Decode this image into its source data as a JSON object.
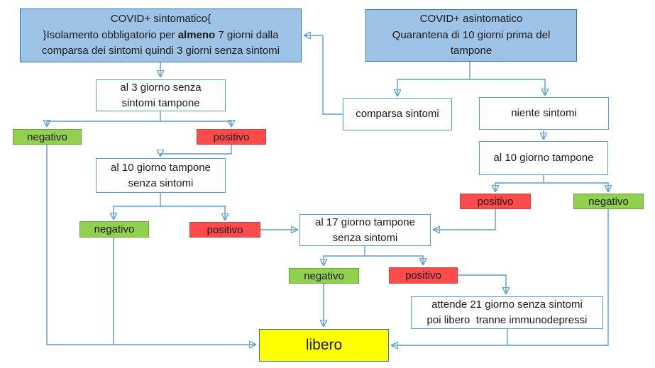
{
  "palette": {
    "node_blue_fill": "#9DC3E6",
    "node_blue_border": "#2E75B6",
    "node_white_fill": "#FFFFFF",
    "node_white_border": "#5B9BD5",
    "node_green_fill": "#92D050",
    "node_green_border": "#6AA23E",
    "node_red_fill": "#FF4B4B",
    "node_red_border": "#C74440",
    "node_yellow_fill": "#FFFF00",
    "node_yellow_border": "#2E75B6",
    "connector": "#5B9BD5",
    "text": "#1A1A1A",
    "background": "#FFFFFF"
  },
  "nodes": {
    "covid_sintomatico": {
      "line1": "COVID+ sintomatico",
      "line2_pre": "Isolamento obbligatorio per ",
      "line2_bold": "almeno",
      "line2_post": " 7 giorni dalla\ncomparsa dei sintomi quindi 3 giorni senza sintomi"
    },
    "covid_asintomatico": {
      "text": "COVID+ asintomatico\nQuarantena di 10 giorni prima del\ntampone"
    },
    "al3_tampone": {
      "text": "al 3 giorno senza\nsintomi tampone"
    },
    "negativo_day3": {
      "text": "negativo"
    },
    "positivo_day3": {
      "text": "positivo"
    },
    "al10_tampone_senza_sintomi": {
      "text": "al 10 giorno tampone\nsenza sintomi"
    },
    "negativo_day10": {
      "text": "negativo"
    },
    "positivo_day10": {
      "text": "positivo"
    },
    "comparsa_sintomi": {
      "text": "comparsa sintomi"
    },
    "niente_sintomi": {
      "text": "niente sintomi"
    },
    "al10_tampone": {
      "text": "al 10 giorno tampone"
    },
    "positivo_day10_asint": {
      "text": "positivo"
    },
    "negativo_day10_asint": {
      "text": "negativo"
    },
    "al17_tampone": {
      "text": "al 17 giorno tampone\nsenza sintomi"
    },
    "negativo_day17": {
      "text": "negativo"
    },
    "positivo_day17": {
      "text": "positivo"
    },
    "attende_21": {
      "text": "attende 21 giorno senza sintomi\npoi libero  tranne immunodepressi"
    },
    "libero": {
      "text": "libero"
    }
  }
}
